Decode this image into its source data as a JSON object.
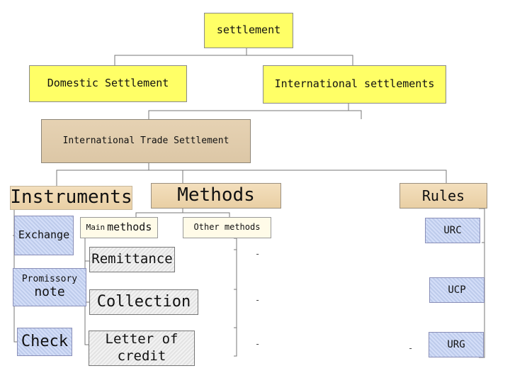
{
  "root": {
    "label": "settlement"
  },
  "level1": {
    "domestic": "Domestic Settlement",
    "international": "International settlements"
  },
  "level2": {
    "trade": "International Trade Settlement"
  },
  "categories": {
    "instruments": "Instruments",
    "methods": "Methods",
    "rules": "Rules"
  },
  "instruments": {
    "exchange": "Exchange",
    "promissory_line1": "Promissory",
    "promissory_line2": "note",
    "check": "Check"
  },
  "methods": {
    "main_prefix": "Main",
    "main_suffix": "methods",
    "other": "Other methods",
    "remittance": "Remittance",
    "collection": "Collection",
    "letter_of_credit_line1": "Letter of",
    "letter_of_credit_line2": "credit",
    "other_items": [
      "-",
      "-",
      "-"
    ]
  },
  "rules": {
    "urc": "URC",
    "ucp": "UCP",
    "urg": "URG",
    "extra_dash": "-"
  },
  "colors": {
    "yellow": "#ffff66",
    "tan": "#e9cfa4",
    "blue": "#c5d3f5",
    "gray": "#ececec",
    "line": "#777777"
  }
}
